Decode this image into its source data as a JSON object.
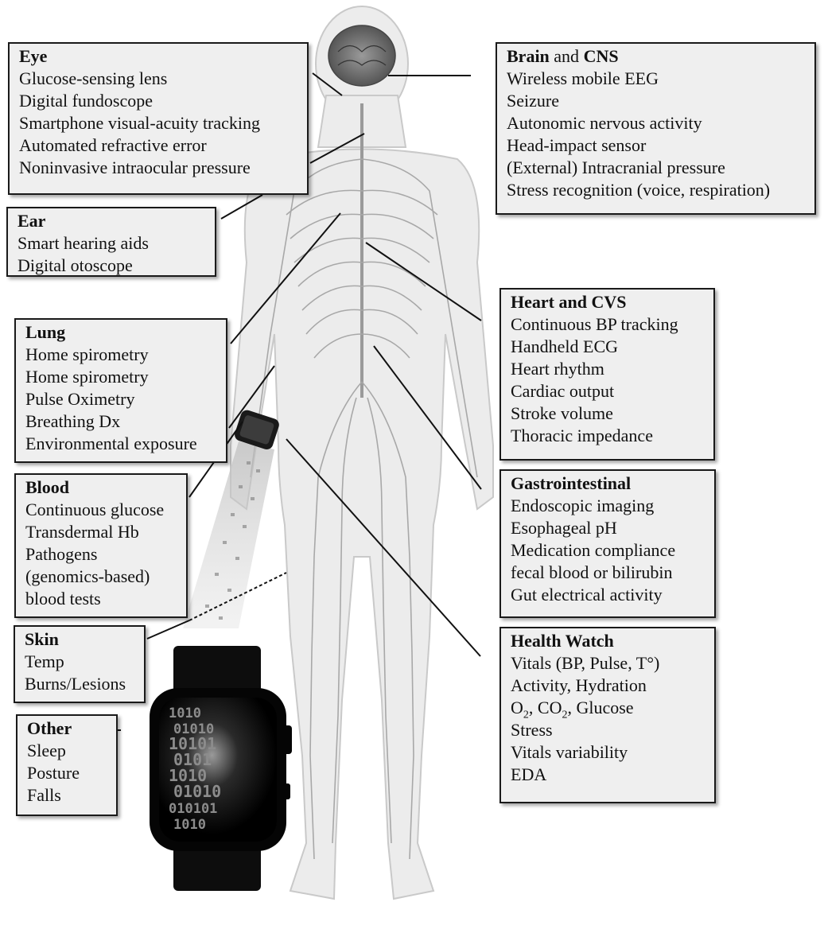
{
  "boxes": {
    "eye": {
      "title": "Eye",
      "items": [
        "Glucose-sensing lens",
        "Digital fundoscope",
        "Smartphone visual-acuity tracking",
        "Automated refractive error",
        "Noninvasive intraocular pressure"
      ]
    },
    "ear": {
      "title": "Ear",
      "items": [
        "Smart hearing aids",
        "Digital otoscope"
      ]
    },
    "lung": {
      "title": "Lung",
      "items": [
        "Home spirometry",
        "Home spirometry",
        "Pulse Oximetry",
        "Breathing Dx",
        "Environmental exposure"
      ]
    },
    "blood": {
      "title": "Blood",
      "items": [
        "Continuous glucose",
        "Transdermal Hb",
        "Pathogens",
        "(genomics-based)",
        "blood tests"
      ]
    },
    "skin": {
      "title": "Skin",
      "items": [
        "Temp",
        "Burns/Lesions"
      ]
    },
    "other": {
      "title": "Other",
      "items": [
        "Sleep",
        "Posture",
        "Falls"
      ]
    },
    "brain": {
      "title_a": "Brain",
      "title_b": " and ",
      "title_c": "CNS",
      "items": [
        "Wireless mobile EEG",
        "Seizure",
        "Autonomic nervous activity",
        "Head-impact sensor",
        "(External) Intracranial pressure",
        "Stress recognition (voice, respiration)"
      ]
    },
    "heart": {
      "title": "Heart and CVS",
      "items": [
        "Continuous BP tracking",
        "Handheld ECG",
        "Heart rhythm",
        "Cardiac output",
        "Stroke volume",
        "Thoracic impedance"
      ]
    },
    "gi": {
      "title": "Gastrointestinal",
      "items": [
        "Endoscopic imaging",
        "Esophageal pH",
        "Medication compliance",
        "fecal blood or bilirubin",
        "Gut electrical activity"
      ]
    },
    "watch": {
      "title": "Health Watch",
      "items": [
        "Vitals (BP, Pulse, T°)",
        "Activity, Hydration",
        "Stress",
        "Vitals variability",
        "EDA"
      ],
      "gas_o": "O",
      "gas_sub1": "2",
      "gas_mid": ", CO",
      "gas_sub2": "2",
      "gas_end": ", Glucose"
    }
  },
  "watch_screen_digits": [
    "1010",
    "01010",
    "10101",
    "0101",
    "1010",
    "01010",
    "010101",
    "1010"
  ]
}
